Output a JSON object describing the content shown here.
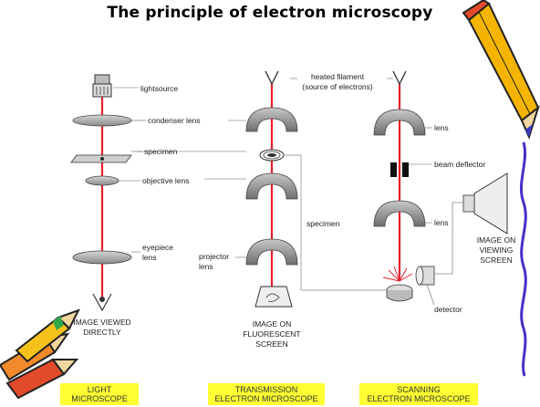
{
  "title": "The principle of electron microscopy",
  "light": {
    "light_source": "lightsource",
    "condenser": "condenser lens",
    "specimen": "specimen",
    "objective": "objective lens",
    "eyepiece_1": "eyepiece",
    "eyepiece_2": "lens",
    "image_1": "IMAGE VIEWED",
    "image_2": "DIRECTLY",
    "caption_1": "LIGHT",
    "caption_2": "MICROSCOPE"
  },
  "tem": {
    "filament_1": "heated filament",
    "filament_2": "(source of electrons)",
    "specimen": "specimen",
    "projector_1": "projector",
    "projector_2": "lens",
    "image_1": "IMAGE ON",
    "image_2": "FLUORESCENT",
    "image_3": "SCREEN",
    "caption_1": "TRANSMISSION",
    "caption_2": "ELECTRON MICROSCOPE"
  },
  "sem": {
    "lens_top": "lens",
    "deflector": "beam deflector",
    "lens_mid": "lens",
    "detector": "detector",
    "screen_1": "IMAGE ON",
    "screen_2": "VIEWING",
    "screen_3": "SCREEN",
    "caption_1": "SCANNING",
    "caption_2": "ELECTRON MICROSCOPE"
  },
  "colors": {
    "beam": "#e8202a",
    "magnet": "#8c8c8c",
    "border": "#4a2ec8",
    "caption_bg": "#ffff33"
  }
}
